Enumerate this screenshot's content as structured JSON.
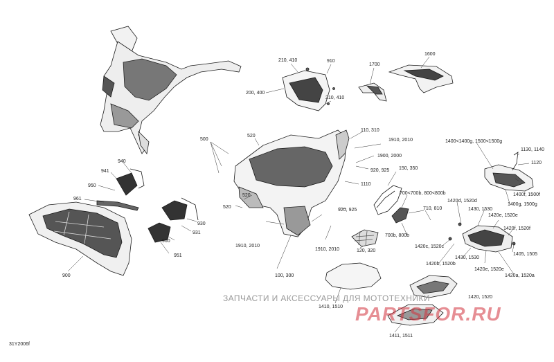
{
  "diagram": {
    "reference_code": "31Y2006f",
    "watermark": {
      "text": "ЗАПЧАСТИ И АКСЕССУАРЫ ДЛЯ МОТОТЕХНИКИ",
      "logo": "PARTSFOR.RU"
    },
    "callouts": [
      "210, 410",
      "910",
      "200, 400",
      "210, 410",
      "1700",
      "1600",
      "500",
      "520",
      "520",
      "110, 310",
      "1910, 2010",
      "1900, 2000",
      "920, 925",
      "150, 350",
      "1110",
      "520",
      "920, 925",
      "1910, 2010",
      "1910, 2010",
      "120, 320",
      "100, 300",
      "940",
      "941",
      "950",
      "961",
      "960",
      "930",
      "931",
      "951",
      "900",
      "700<700b, 800<800b",
      "710, 810",
      "700b, 800b",
      "1400<1400g, 1500<1500g",
      "1130, 1140",
      "1120",
      "1400f, 1500f",
      "1400g, 1500g",
      "1420d, 1520d",
      "1430, 1530",
      "1420e, 1520e",
      "1420f, 1520f",
      "1420c, 1520c",
      "1420b, 1520b",
      "1430, 1530",
      "1420e, 1520e",
      "1405, 1505",
      "1420a, 1520a",
      "1410, 1510",
      "1420, 1520",
      "1411, 1511"
    ]
  }
}
